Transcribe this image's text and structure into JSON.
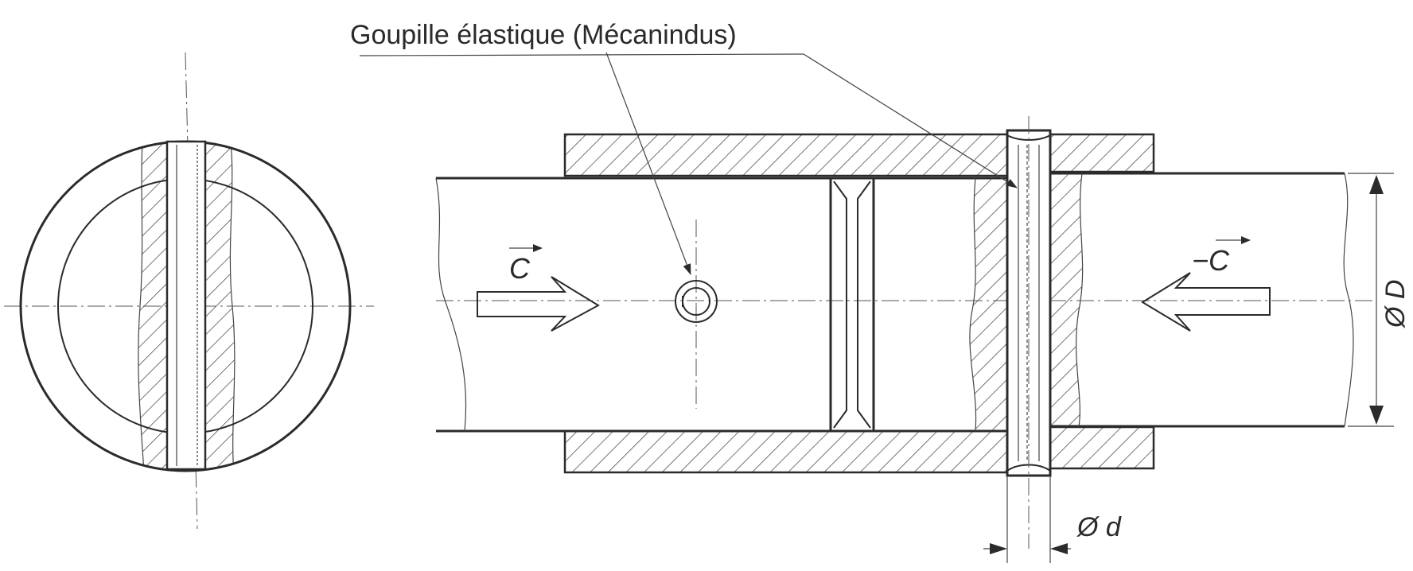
{
  "callout": {
    "label": "Goupille élastique (Mécanindus)"
  },
  "dimensions": {
    "outer_diameter": "Ø D",
    "pin_diameter": "Ø d"
  },
  "forces": {
    "left": "C",
    "right": "−C"
  }
}
